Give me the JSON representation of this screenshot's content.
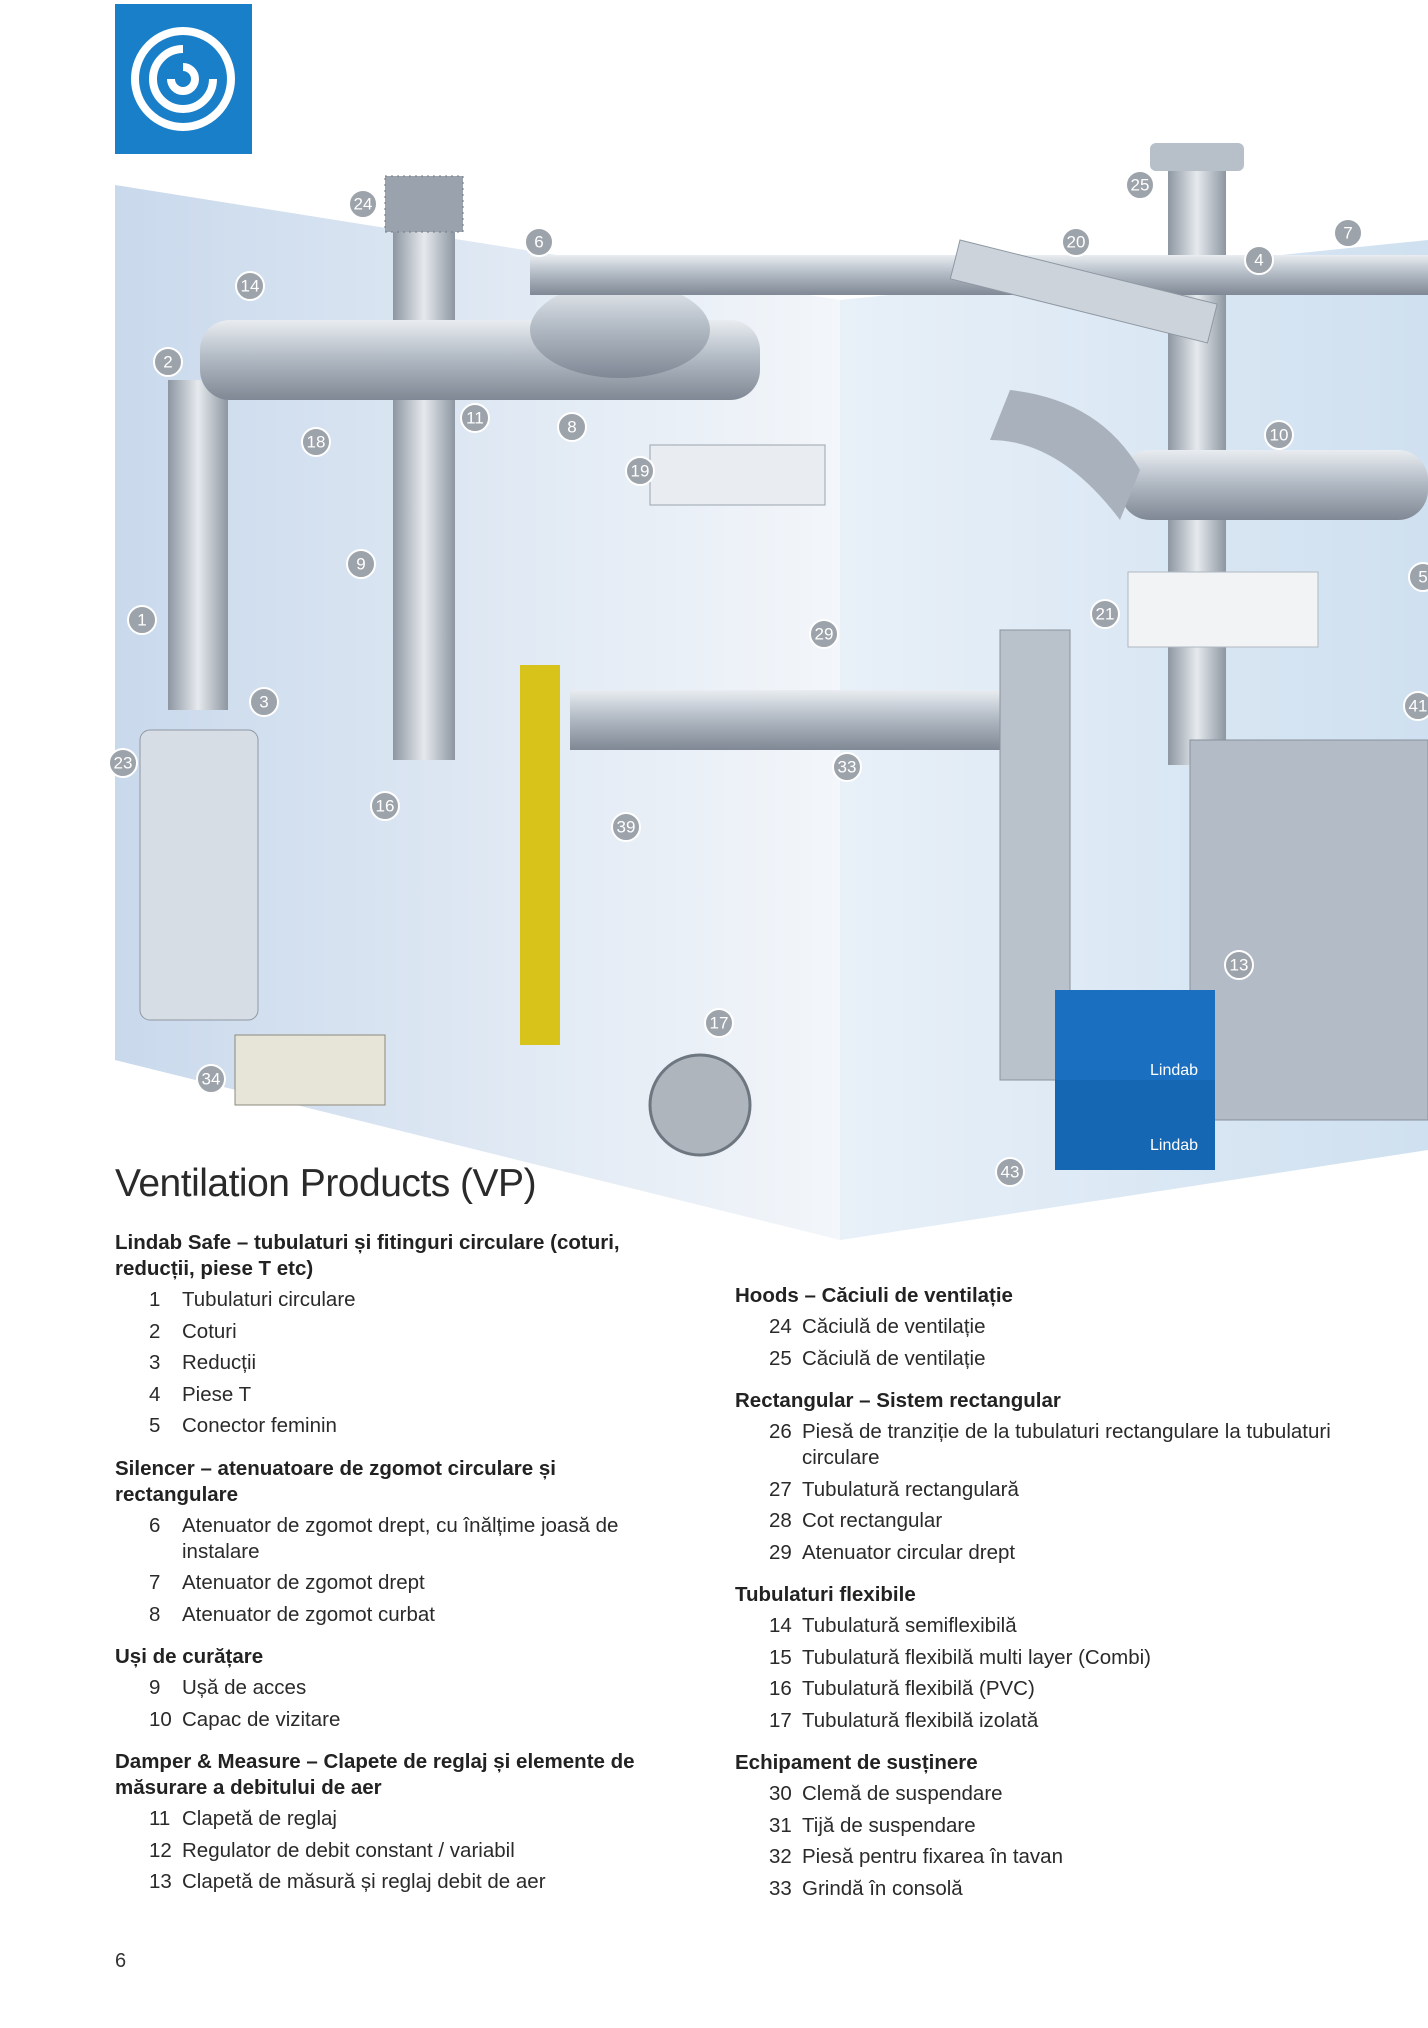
{
  "brand": {
    "logo": "Lindab",
    "color": "#1a7fc9"
  },
  "illustration": {
    "box_lettering": "Lindab",
    "callouts": [
      "24",
      "6",
      "14",
      "2",
      "18",
      "11",
      "8",
      "19",
      "9",
      "1",
      "3",
      "23",
      "16",
      "39",
      "34",
      "17",
      "29",
      "33",
      "21",
      "25",
      "20",
      "4",
      "7",
      "10",
      "5",
      "41",
      "13",
      "43"
    ]
  },
  "title": "Ventilation Products (VP)",
  "left_sections": [
    {
      "heading": "Lindab Safe – tubulaturi și fitinguri circulare (coturi, reducții, piese T etc)",
      "items": [
        {
          "n": "1",
          "t": "Tubulaturi circulare"
        },
        {
          "n": "2",
          "t": "Coturi"
        },
        {
          "n": "3",
          "t": "Reducții"
        },
        {
          "n": "4",
          "t": "Piese T"
        },
        {
          "n": "5",
          "t": "Conector feminin"
        }
      ]
    },
    {
      "heading": "Silencer – atenuatoare de zgomot circulare și rectangulare",
      "items": [
        {
          "n": "6",
          "t": "Atenuator de zgomot drept, cu înălțime joasă de instalare"
        },
        {
          "n": "7",
          "t": "Atenuator de zgomot drept"
        },
        {
          "n": "8",
          "t": "Atenuator de zgomot curbat"
        }
      ]
    },
    {
      "heading": "Uși de curățare",
      "items": [
        {
          "n": "9",
          "t": "Ușă de acces"
        },
        {
          "n": "10",
          "t": "Capac de vizitare"
        }
      ]
    },
    {
      "heading": "Damper & Measure – Clapete de reglaj și elemente de măsurare a debitului de aer",
      "items": [
        {
          "n": "11",
          "t": "Clapetă de reglaj"
        },
        {
          "n": "12",
          "t": "Regulator de debit constant / variabil"
        },
        {
          "n": "13",
          "t": "Clapetă de măsură și reglaj debit de aer"
        }
      ]
    }
  ],
  "right_sections": [
    {
      "heading": "Hoods – Căciuli de ventilație",
      "items": [
        {
          "n": "24",
          "t": "Căciulă de ventilație"
        },
        {
          "n": "25",
          "t": "Căciulă de ventilație"
        }
      ]
    },
    {
      "heading": "Rectangular – Sistem rectangular",
      "items": [
        {
          "n": "26",
          "t": "Piesă de tranziție de la tubulaturi rectangulare la tubulaturi circulare"
        },
        {
          "n": "27",
          "t": "Tubulatură rectangulară"
        },
        {
          "n": "28",
          "t": "Cot rectangular"
        },
        {
          "n": "29",
          "t": "Atenuator circular drept"
        }
      ]
    },
    {
      "heading": "Tubulaturi flexibile",
      "items": [
        {
          "n": "14",
          "t": "Tubulatură semiflexibilă"
        },
        {
          "n": "15",
          "t": "Tubulatură flexibilă multi layer (Combi)"
        },
        {
          "n": "16",
          "t": "Tubulatură flexibilă (PVC)"
        },
        {
          "n": "17",
          "t": "Tubulatură flexibilă izolată"
        }
      ]
    },
    {
      "heading": "Echipament de susținere",
      "items": [
        {
          "n": "30",
          "t": "Clemă de suspendare"
        },
        {
          "n": "31",
          "t": "Tijă de suspendare"
        },
        {
          "n": "32",
          "t": "Piesă pentru fixarea în tavan"
        },
        {
          "n": "33",
          "t": "Grindă în consolă"
        }
      ]
    }
  ],
  "page_number": "6"
}
